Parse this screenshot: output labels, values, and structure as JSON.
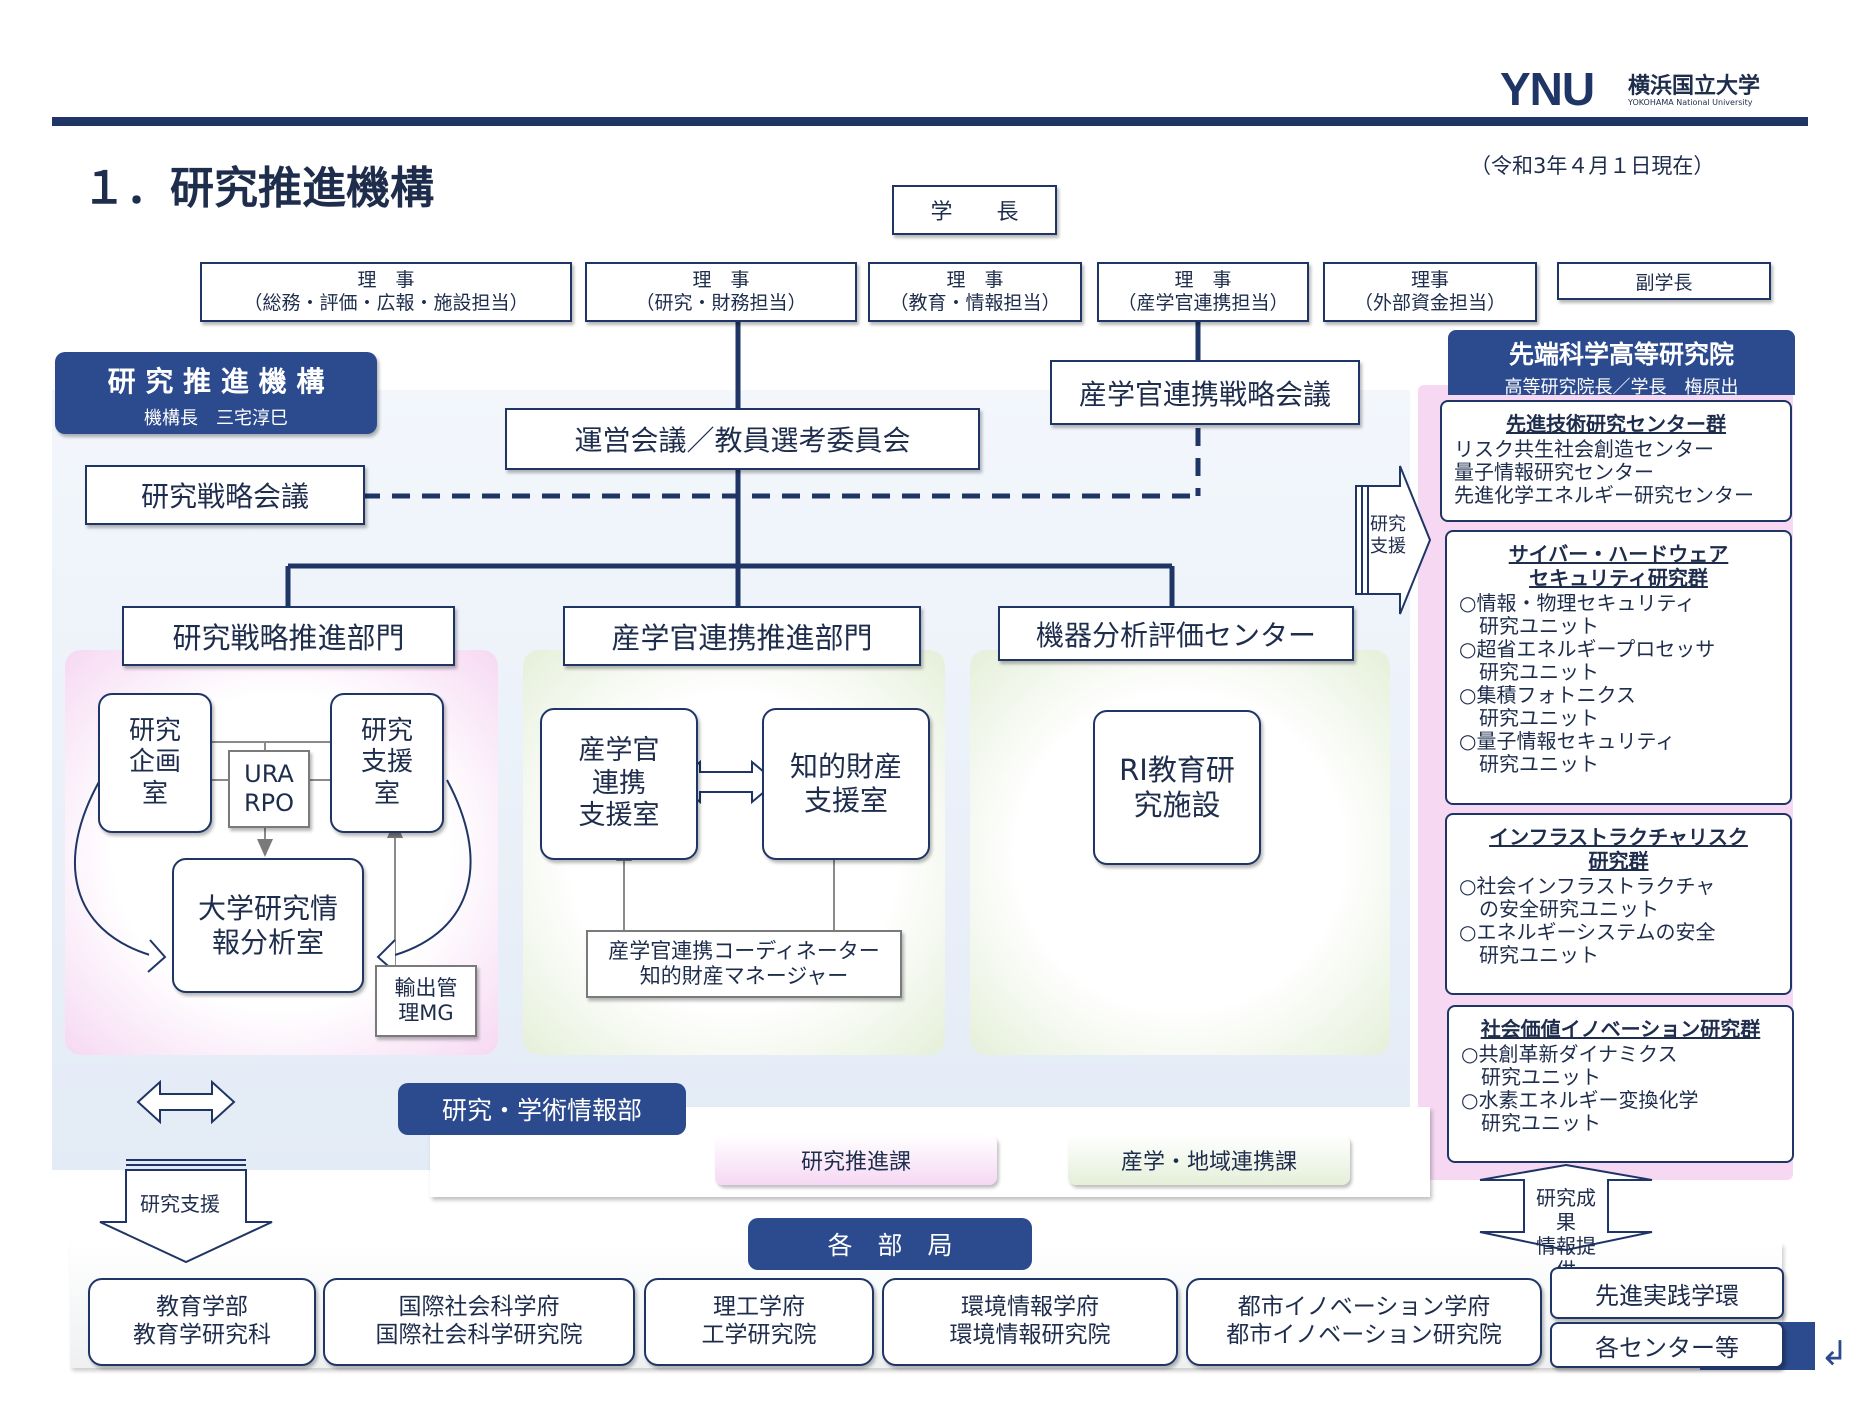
{
  "header": {
    "logo_mark": "YNU",
    "logo_jp": "横浜国立大学",
    "logo_en": "YOKOHAMA National University",
    "title": "１．研究推進機構",
    "date": "（令和3年４月１日現在）"
  },
  "president": "学　　長",
  "executives": [
    "理　事\n（総務・評価・広報・施設担当）",
    "理　事\n（研究・財務担当）",
    "理　事\n（教育・情報担当）",
    "理　事\n（産学官連携担当）",
    "理事\n（外部資金担当）",
    "副学長"
  ],
  "organization": {
    "name": "研 究 推 進 機 構",
    "head": "機構長　三宅淳巳"
  },
  "strategy_council": "研究戦略会議",
  "management_council": "運営会議／教員選考委員会",
  "iga_council": "産学官連携戦略会議",
  "divisions": {
    "strategy": "研究戦略推進部門",
    "iga": "産学官連携推進部門",
    "instrument": "機器分析評価センター"
  },
  "strategy_units": {
    "planning": "研究\n企画\n室",
    "support": "研究\n支援\n室",
    "ura": "URA\nRPO",
    "analysis": "大学研究情\n報分析室",
    "export": "輸出管\n理MG"
  },
  "iga_units": {
    "office": "産学官\n連携\n支援室",
    "ip": "知的財産\n支援室",
    "staff": "産学官連携コーディネーター\n知的財産マネージャー"
  },
  "instrument_units": {
    "ri": "RI教育研\n究施設"
  },
  "research_support_arrow": "研究\n支援",
  "advanced_institute": {
    "name": "先端科学高等研究院",
    "head": "高等研究院長／学長　梅原出",
    "groups": [
      {
        "title": "先進技術研究センター群",
        "items": "リスク共生社会創造センター\n量子情報研究センター\n先進化学エネルギー研究センター"
      },
      {
        "title": "サイバー・ハードウェア\nセキュリティ研究群",
        "items": "○情報・物理セキュリティ\n　研究ユニット\n○超省エネルギープロセッサ\n　研究ユニット\n○集積フォトニクス\n　研究ユニット\n○量子情報セキュリティ\n　研究ユニット"
      },
      {
        "title": "インフラストラクチャリスク\n研究群",
        "items": "○社会インフラストラクチャ\n　の安全研究ユニット\n○エネルギーシステムの安全\n　研究ユニット"
      },
      {
        "title": "社会価値イノベーション研究群",
        "items": "○共創革新ダイナミクス\n　研究ユニット\n○水素エネルギー変換化学\n　研究ユニット"
      }
    ]
  },
  "info_dept": {
    "name": "研究・学術情報部",
    "sections": [
      "研究推進課",
      "産学・地域連携課"
    ]
  },
  "bottom_support_arrow": "研究支援",
  "results_arrow": "研究成果\n情報提供",
  "faculties_label": "各　部　局",
  "faculties": [
    "教育学部\n教育学研究科",
    "国際社会科学府\n国際社会科学研究院",
    "理工学府\n工学研究院",
    "環境情報学府\n環境情報研究院",
    "都市イノベーション学府\n都市イノベーション研究院"
  ],
  "extra_units": [
    "先進実践学環",
    "各センター等"
  ],
  "return_glyph": "↲",
  "colors": {
    "navy": "#1f3566",
    "accent": "#2c4a8e",
    "pink": "#f6d8f3",
    "green": "#e5efd9"
  }
}
